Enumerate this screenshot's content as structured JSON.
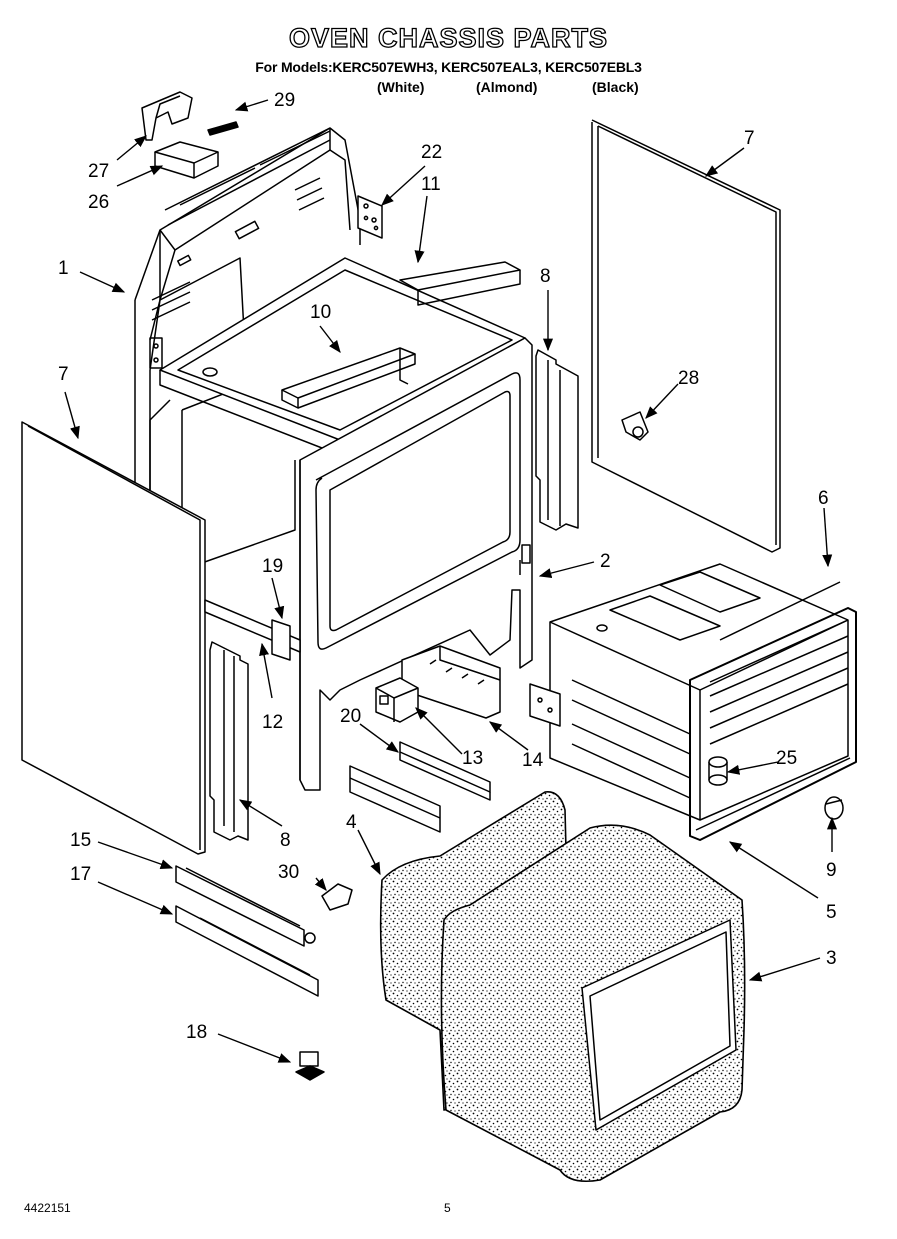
{
  "header": {
    "title": "OVEN CHASSIS PARTS",
    "models_line": "For Models:KERC507EWH3, KERC507EAL3, KERC507EBL3",
    "color_white": "(White)",
    "color_almond": "(Almond)",
    "color_black": "(Black)"
  },
  "callouts": {
    "c1": "1",
    "c2": "2",
    "c3": "3",
    "c4": "4",
    "c5": "5",
    "c6": "6",
    "c7a": "7",
    "c7b": "7",
    "c8a": "8",
    "c8b": "8",
    "c9": "9",
    "c10": "10",
    "c11": "11",
    "c12": "12",
    "c13": "13",
    "c14": "14",
    "c15": "15",
    "c17": "17",
    "c18": "18",
    "c19": "19",
    "c20": "20",
    "c22": "22",
    "c25": "25",
    "c26": "26",
    "c27": "27",
    "c28": "28",
    "c29": "29",
    "c30": "30"
  },
  "footer": {
    "doc_number": "4422151",
    "page_number": "5"
  }
}
